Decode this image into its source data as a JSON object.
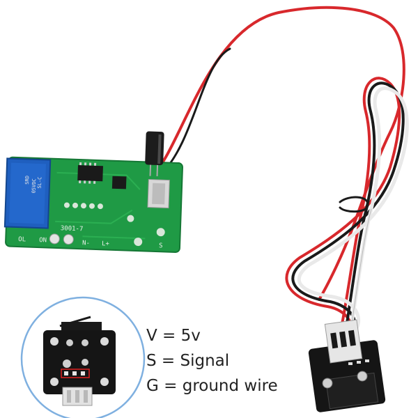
{
  "relay_board": {
    "model_label": "3001-7",
    "relay_text": [
      "SRD",
      "05VDC",
      "SL-C"
    ],
    "pin_labels": [
      "OL",
      "ON",
      "N-",
      "L+",
      "S"
    ]
  },
  "legend": {
    "line_v": "V = 5v",
    "line_s": "S = Signal",
    "line_g": "G = ground wire"
  },
  "colors": {
    "pcb_green": "#1f9a45",
    "relay_blue": "#1f5fbf",
    "wire_red": "#d8282c",
    "wire_black": "#1a1a1a",
    "wire_white": "#f0f0f0",
    "circle_border": "#7fb0e0"
  }
}
